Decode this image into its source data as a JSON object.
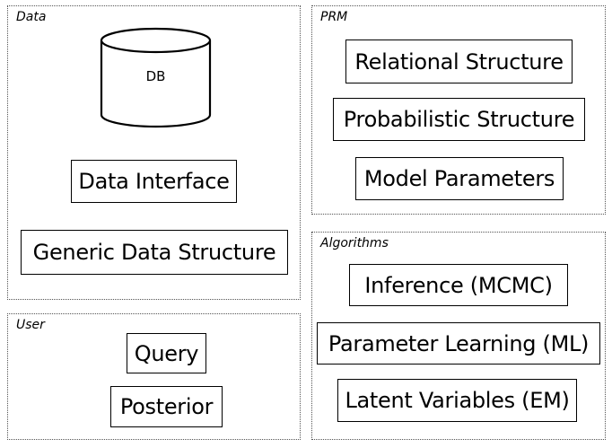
{
  "panels": {
    "data": {
      "label": "Data"
    },
    "user": {
      "label": "User"
    },
    "prm": {
      "label": "PRM"
    },
    "algorithms": {
      "label": "Algorithms"
    }
  },
  "data_section": {
    "db_label": "DB",
    "data_interface": "Data Interface",
    "generic_data_structure": "Generic Data Structure"
  },
  "user_section": {
    "query": "Query",
    "posterior": "Posterior"
  },
  "prm_section": {
    "relational_structure": "Relational Structure",
    "probabilistic_structure": "Probabilistic Structure",
    "model_parameters": "Model Parameters"
  },
  "algorithms_section": {
    "inference": "Inference (MCMC)",
    "parameter_learning": "Parameter Learning (ML)",
    "latent_variables": "Latent Variables (EM)"
  }
}
